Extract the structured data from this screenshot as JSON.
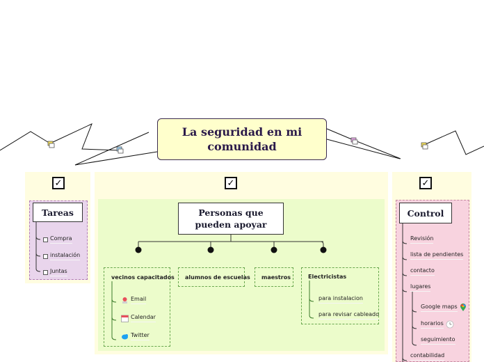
{
  "central": {
    "title": "La seguridad en mi comunidad"
  },
  "tareas": {
    "title": "Tareas",
    "items": [
      "Compra",
      "instalación",
      "Juntas"
    ]
  },
  "personas": {
    "title": "Personas que pueden apoyar",
    "groups": [
      {
        "label": "vecinos capacitados",
        "items": [
          "Email",
          "Calendar",
          "Twitter"
        ]
      },
      {
        "label": "alumnos de escuelas",
        "items": []
      },
      {
        "label": "maestros",
        "items": []
      },
      {
        "label": "Electricistas",
        "items": [
          "para instalacion",
          "para revisar cableado"
        ]
      }
    ]
  },
  "control": {
    "title": "Control",
    "items": [
      "Revisión",
      "lista de pendientes",
      "contacto",
      "lugares",
      "contabilidad"
    ],
    "lugares_items": [
      "Google maps",
      "horarios",
      "seguimiento"
    ]
  },
  "icons": {
    "check": "checkbox-checked-icon",
    "email": "email-pin-icon",
    "calendar": "calendar-icon",
    "twitter": "twitter-bird-icon",
    "maps": "map-pin-icon",
    "horarios": "clock-icon"
  },
  "colors": {
    "panel": "#fffde0",
    "green": "#ecfccb",
    "purple": "#e9d5ec",
    "pink": "#f8d3df",
    "central": "#ffffcc"
  }
}
